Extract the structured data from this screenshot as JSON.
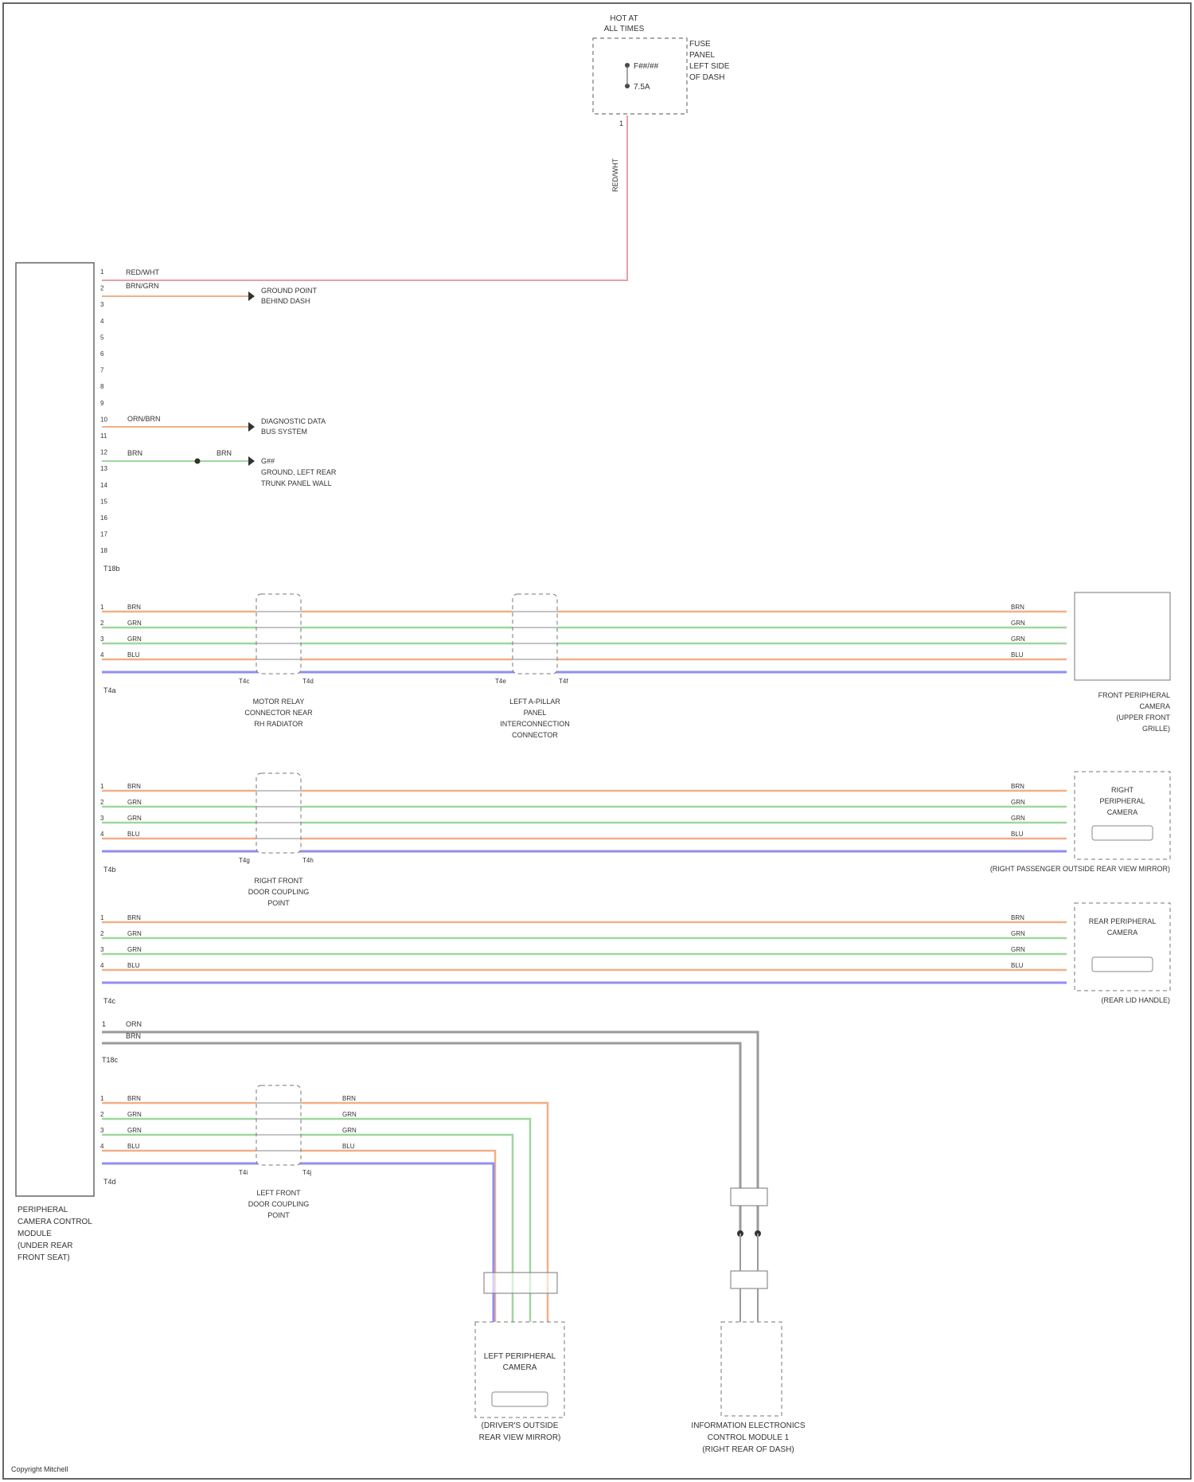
{
  "palette": {
    "red": "#e8a0a8",
    "orange": "#f0b088",
    "green": "#9ed79e",
    "blue": "#8f8ff2",
    "gray": "#9a9a9a",
    "dark": "#444444"
  },
  "fuse_block": {
    "title_lines": [
      "HOT AT",
      "ALL TIMES"
    ],
    "fuse_labels": [
      "F##/##",
      "7.5A"
    ],
    "box_label_lines": [
      "FUSE",
      "PANEL",
      "LEFT SIDE",
      "OF DASH"
    ],
    "wire_label": "RED/WHT"
  },
  "main_module": {
    "label_lines": [
      "PERIPHERAL",
      "CAMERA CONTROL",
      "MODULE",
      "(UNDER REAR",
      "FRONT SEAT)"
    ],
    "top_pins": [
      "1",
      "2",
      "3",
      "4",
      "5",
      "6",
      "7",
      "8",
      "9",
      "10",
      "11",
      "12",
      "13",
      "14",
      "15",
      "16",
      "17",
      "18"
    ],
    "connector_tag": "T18b",
    "power_wires": [
      "RED/WHT",
      "BRN/GRN"
    ],
    "ground_ref_1": [
      "GROUND POINT",
      "BEHIND DASH"
    ],
    "ground_ref_2_wire": "ORN/BRN",
    "ground_ref_2": [
      "DIAGNOSTIC DATA",
      "BUS SYSTEM"
    ],
    "ground_ref_3_wire": [
      "BRN",
      "BRN"
    ],
    "ground_ref_3": [
      "G##",
      "GROUND, LEFT REAR",
      "TRUNK PANEL WALL"
    ]
  },
  "camera_rows": [
    {
      "pin_tag": "T4a",
      "wires": [
        "BRN",
        "GRN",
        "GRN",
        "BLU"
      ],
      "connectors": [
        {
          "label_lines": [
            "MOTOR RELAY",
            "CONNECTOR NEAR",
            "RH RADIATOR"
          ],
          "tags": [
            "T4c",
            "T4d"
          ]
        },
        {
          "label_lines": [
            "LEFT A-PILLAR",
            "PANEL",
            "INTERCONNECTION",
            "CONNECTOR"
          ],
          "tags": [
            "T4e",
            "T4f"
          ]
        }
      ],
      "wires_right": [
        "BRN",
        "GRN",
        "GRN",
        "BLU"
      ],
      "device_label_lines": [
        "FRONT PERIPHERAL",
        "CAMERA",
        "(UPPER FRONT",
        "GRILLE)"
      ]
    },
    {
      "pin_tag": "T4b",
      "wires": [
        "BRN",
        "GRN",
        "GRN",
        "BLU"
      ],
      "connectors": [
        {
          "label_lines": [
            "RIGHT FRONT",
            "DOOR COUPLING",
            "POINT"
          ],
          "tags": [
            "T4g",
            "T4h"
          ]
        }
      ],
      "wires_right": [
        "BRN",
        "GRN",
        "GRN",
        "BLU"
      ],
      "device_label_lines": [
        "RIGHT",
        "PERIPHERAL",
        "CAMERA"
      ],
      "device_caption": "(RIGHT PASSENGER OUTSIDE REAR VIEW MIRROR)"
    },
    {
      "pin_tag": "T4c",
      "wires": [
        "BRN",
        "GRN",
        "GRN",
        "BLU"
      ],
      "connectors": [],
      "wires_right": [
        "BRN",
        "GRN",
        "GRN",
        "BLU"
      ],
      "device_label_lines": [
        "REAR PERIPHERAL",
        "CAMERA"
      ],
      "device_caption": "(REAR LID HANDLE)"
    }
  ],
  "bus_wires": {
    "labels": [
      "ORN",
      "BRN",
      "T18c"
    ]
  },
  "left_camera_row": {
    "pin_tag": "T4d",
    "wires": [
      "BRN",
      "GRN",
      "GRN",
      "BLU"
    ],
    "connector": {
      "label_lines": [
        "LEFT FRONT",
        "DOOR COUPLING",
        "POINT"
      ],
      "tags": [
        "T4i",
        "T4j"
      ]
    },
    "wires_right": [
      "BRN",
      "GRN",
      "GRN",
      "BLU"
    ]
  },
  "bottom_devices": {
    "left_camera": {
      "label_lines": [
        "LEFT PERIPHERAL",
        "CAMERA"
      ],
      "caption_lines": [
        "(DRIVER'S OUTSIDE",
        "REAR VIEW MIRROR)"
      ]
    },
    "right_module": {
      "caption_lines": [
        "INFORMATION ELECTRONICS",
        "CONTROL MODULE 1",
        "(RIGHT REAR OF DASH)"
      ]
    }
  },
  "footer": {
    "credit": "Copyright Mitchell"
  }
}
